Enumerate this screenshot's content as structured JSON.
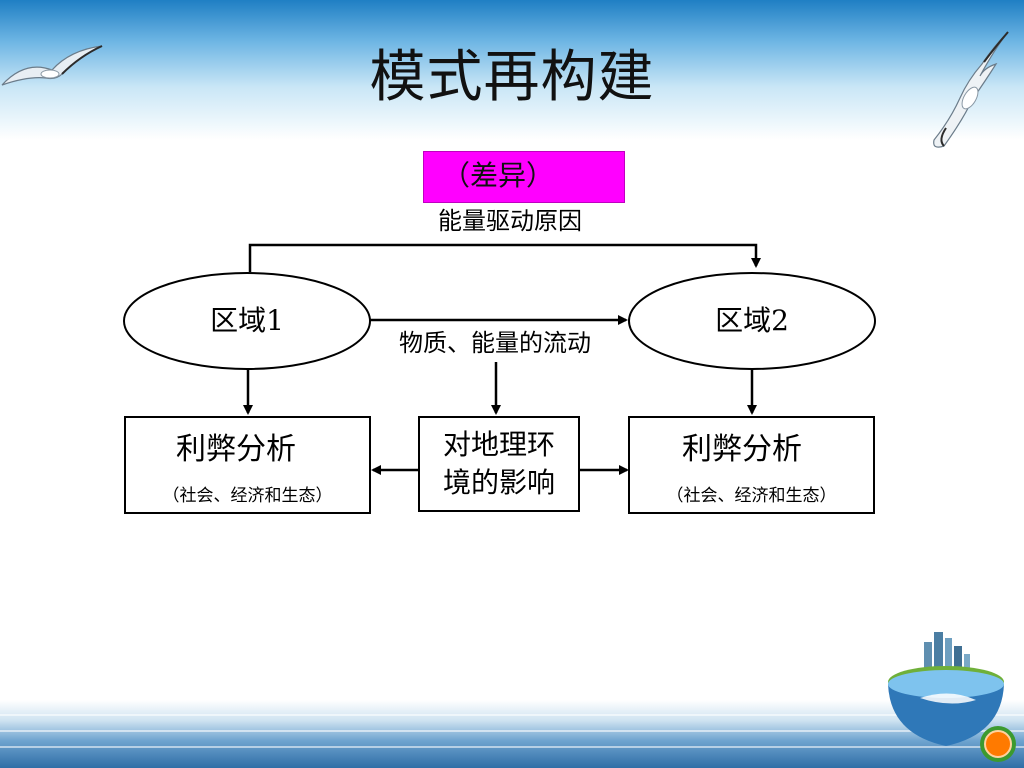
{
  "slide": {
    "title": "模式再构建"
  },
  "diagram": {
    "difference_label": "（差异）",
    "energy_driver_label": "能量驱动原因",
    "region1_label": "区域1",
    "region2_label": "区域2",
    "flow_label": "物质、能量的流动",
    "left_box": {
      "title": "利弊分析",
      "subtitle": "（社会、经济和生态）"
    },
    "center_box": {
      "line1": "对地理环",
      "line2": "境的影响"
    },
    "right_box": {
      "title": "利弊分析",
      "subtitle": "（社会、经济和生态）"
    }
  },
  "colors": {
    "highlight": "#ff00ff",
    "top_band": "#1f7fc4",
    "bottom_band": "#2f6ea6",
    "next_button": "#ff7a00"
  },
  "icons": [
    "seagull-icon",
    "globe-city-icon",
    "next-button-icon"
  ]
}
